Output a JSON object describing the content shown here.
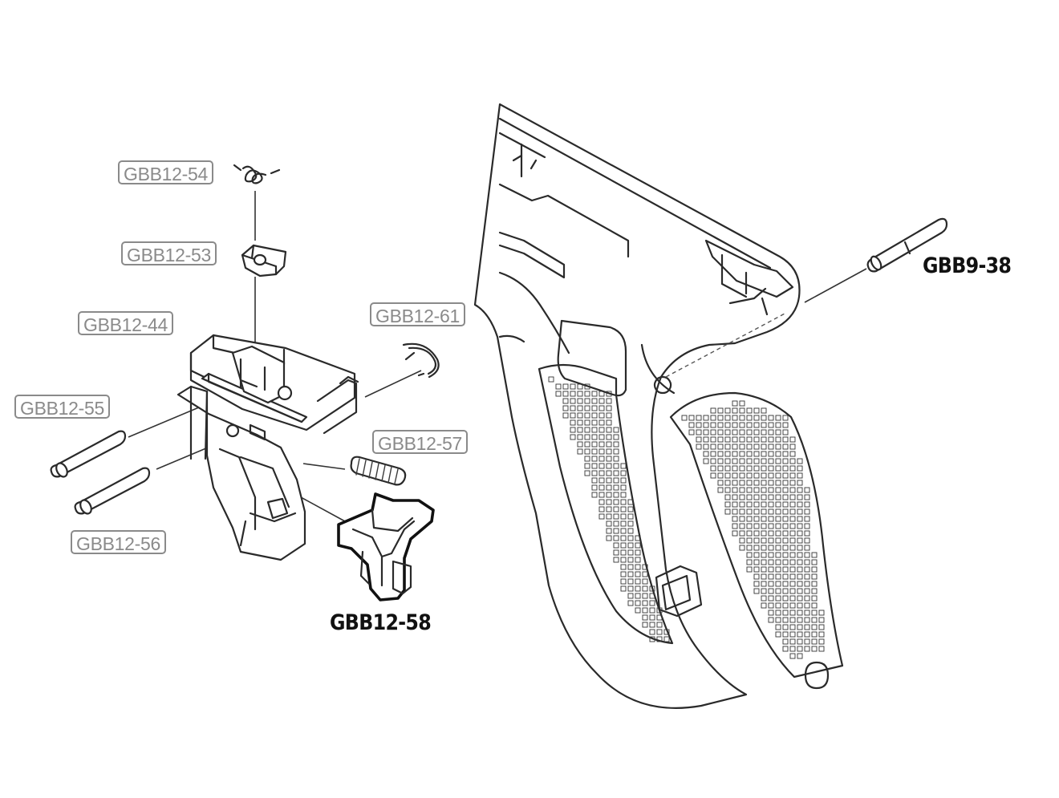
{
  "labels": {
    "gbb12_54": "GBB12-54",
    "gbb12_53": "GBB12-53",
    "gbb12_44": "GBB12-44",
    "gbb12_61": "GBB12-61",
    "gbb12_55": "GBB12-55",
    "gbb12_57": "GBB12-57",
    "gbb12_56": "GBB12-56",
    "gbb12_58": "GBB12-58",
    "gbb9_38": "GBB9-38"
  },
  "colors": {
    "outline": "#2a2a2a",
    "label_grey": "#8a8a8a",
    "highlight": "#111111",
    "background": "#ffffff"
  }
}
